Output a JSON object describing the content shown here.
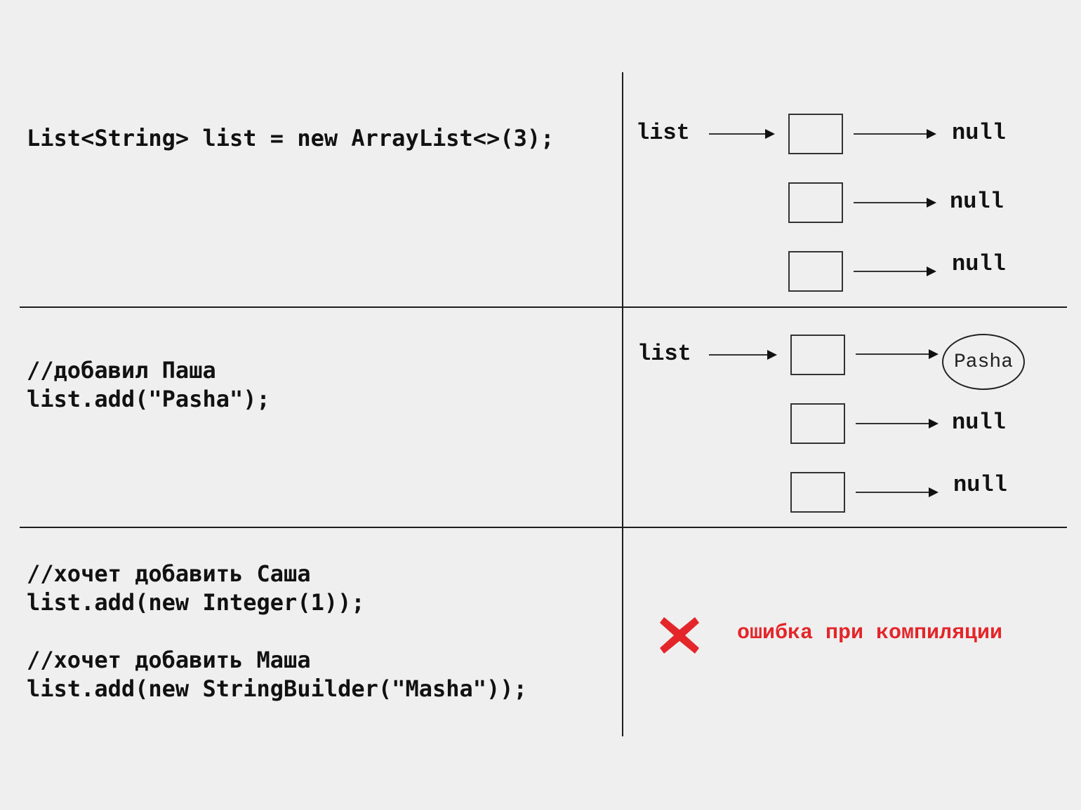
{
  "section1": {
    "code": "List<String> list = new ArrayList<>(3);",
    "var_label": "list",
    "values": [
      "null",
      "null",
      "null"
    ]
  },
  "section2": {
    "comment": "//добавил Паша",
    "code": "list.add(\"Pasha\");",
    "var_label": "list",
    "element_value": "Pasha",
    "values": [
      "null",
      "null"
    ]
  },
  "section3": {
    "comment1": "//хочет добавить Саша",
    "code1": "list.add(new Integer(1));",
    "comment2": "//хочет добавить Маша",
    "code2": "list.add(new StringBuilder(\"Masha\"));",
    "error_text": "ошибка при компиляции",
    "error_icon": "cross-icon",
    "error_color": "#e4262a"
  }
}
